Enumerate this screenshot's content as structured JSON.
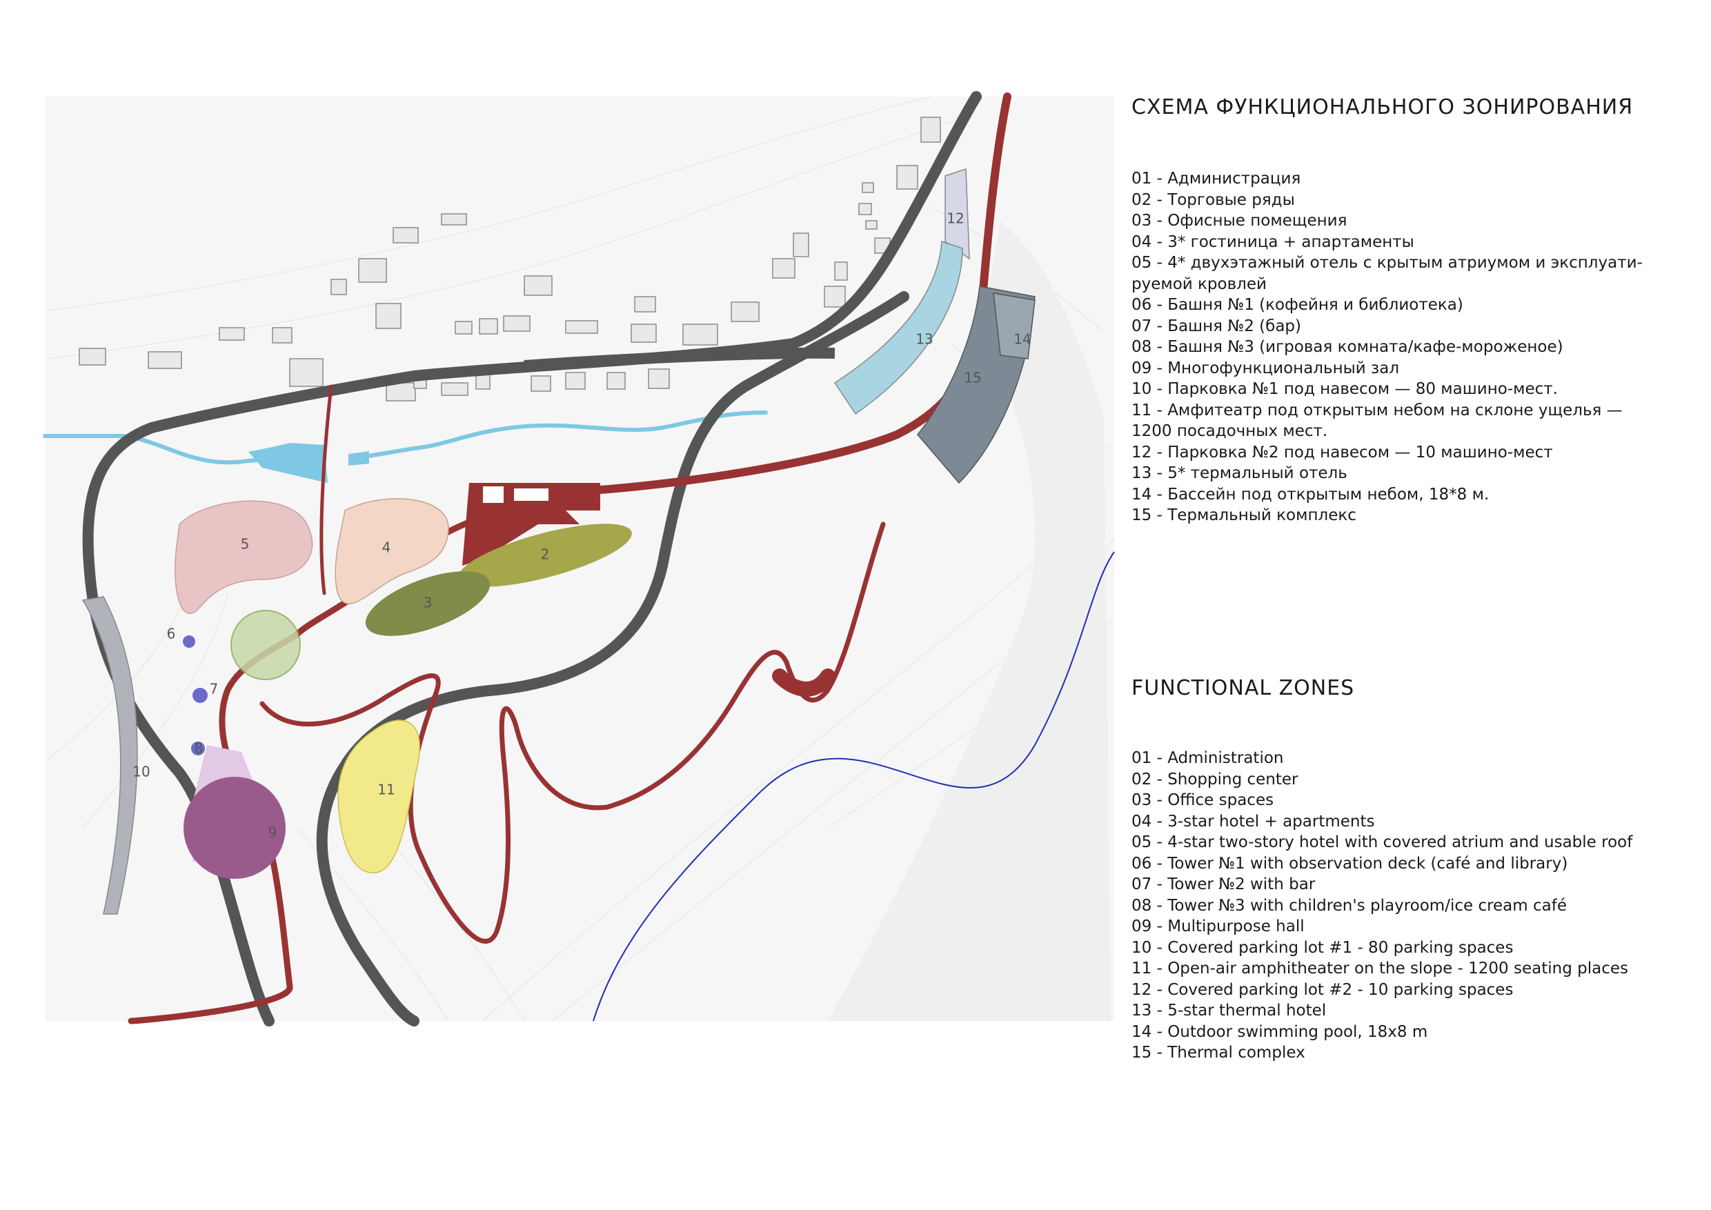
{
  "legend_ru": {
    "title": "СХЕМА ФУНКЦИОНАЛЬНОГО ЗОНИРОВАНИЯ",
    "items": [
      "01 - Администрация",
      "02 - Торговые ряды",
      "03 - Офисные помещения",
      "04 - 3* гостиница + апартаменты",
      "05 - 4* двухэтажный отель с крытым атриумом и эксплуати-руемой кровлей",
      "06 - Башня №1 (кофейня и библиотека)",
      "07 - Башня №2 (бар)",
      "08 - Башня №3 (игровая комната/кафе-мороженое)",
      "09 - Многофункциональный зал",
      "10 - Парковка №1 под навесом — 80 машино-мест.",
      "11 - Амфитеатр под открытым небом на склоне ущелья — 1200 посадочных мест.",
      "12 - Парковка №2 под навесом — 10 машино-мест",
      "13 - 5* термальный отель",
      "14 - Бассейн под открытым небом, 18*8 м.",
      "15 - Термальный комплекс"
    ]
  },
  "legend_en": {
    "title": "FUNCTIONAL ZONES",
    "items": [
      "01 - Administration",
      "02 - Shopping center",
      "03 - Office spaces",
      "04 - 3-star hotel + apartments",
      "05 - 4-star two-story hotel with covered atrium and usable roof",
      "06 - Tower №1 with observation deck (café and library)",
      "07 - Tower №2 with bar",
      "08 - Tower №3 with children's playroom/ice cream café",
      "09 - Multipurpose hall",
      "10 - Covered parking lot #1 - 80 parking spaces",
      "11 - Open-air amphitheater on the slope - 1200 seating places",
      "12 - Covered parking lot #2 - 10 parking spaces",
      "13 - 5-star thermal hotel",
      "14 - Outdoor swimming pool, 18x8 m",
      "15 - Thermal complex"
    ]
  },
  "zones": {
    "z2": "2",
    "z3": "3",
    "z4": "4",
    "z5": "5",
    "z6": "6",
    "z7": "7",
    "z8": "8",
    "z9": "9",
    "z10": "10",
    "z11": "11",
    "z12": "12",
    "z13": "13",
    "z14": "14",
    "z15": "15"
  },
  "colors": {
    "road": "#555555",
    "path": "#993333",
    "river": "#7ec8e3",
    "zone5": "#e8c4c4",
    "zone4": "#f3d6c6",
    "zone2": "#a6a64a",
    "zone3": "#7f8c4a",
    "zone9": "#9a5b8c",
    "zone11": "#f2ea8a",
    "zone13": "#a9d4e2",
    "zone15": "#7d8a95",
    "towers": "#6a6acb"
  }
}
